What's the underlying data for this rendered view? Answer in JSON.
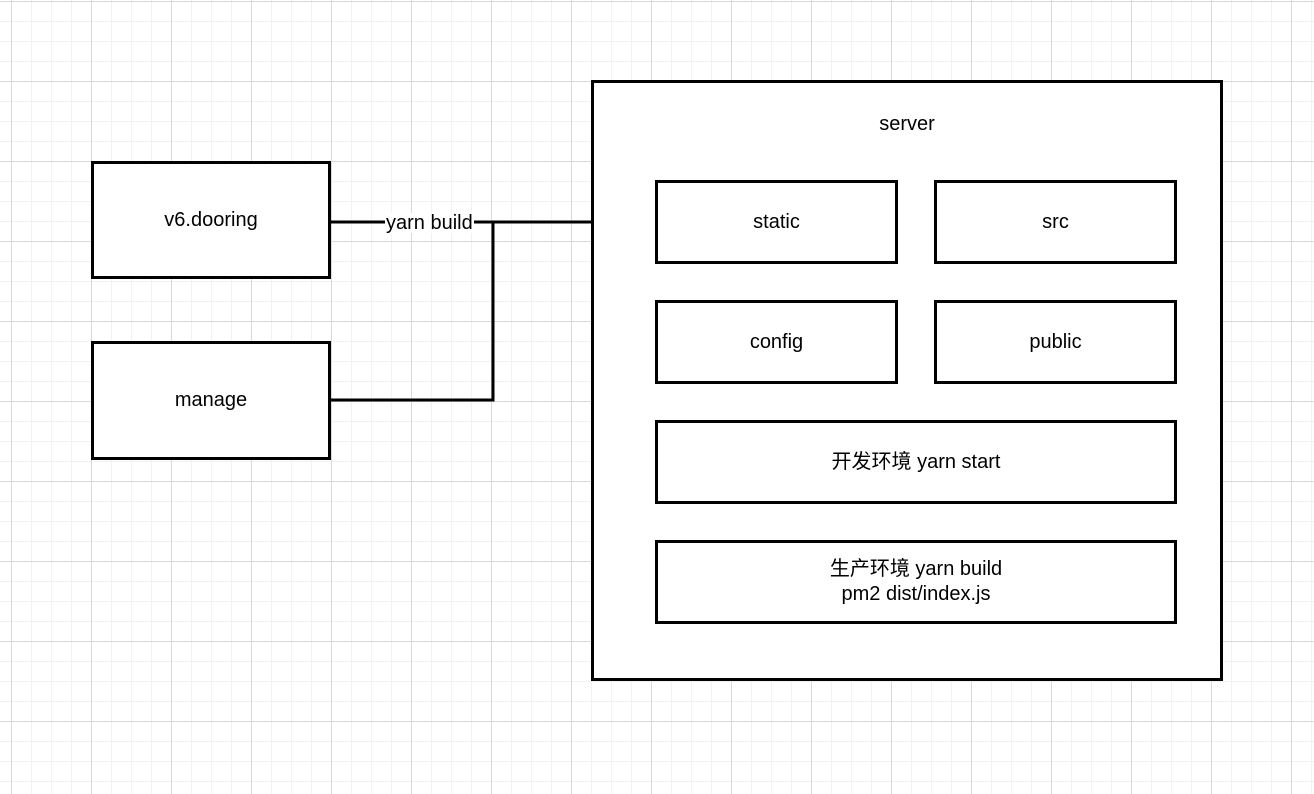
{
  "diagram": {
    "type": "flowchart",
    "background": "#ffffff",
    "grid_color_minor": "#f2f2f2",
    "grid_color_major": "#d9d9d9",
    "stroke_color": "#000000"
  },
  "nodes": {
    "source_app": {
      "label": "v6.dooring"
    },
    "manage_app": {
      "label": "manage"
    },
    "static_dir": {
      "label": "static"
    },
    "src_dir": {
      "label": "src"
    },
    "config_dir": {
      "label": "config"
    },
    "public_dir": {
      "label": "public"
    },
    "dev_env": {
      "label": "开发环境 yarn start"
    },
    "prod_env": {
      "label": "生产环境 yarn build\npm2 dist/index.js"
    }
  },
  "container": {
    "title": "server"
  },
  "edges": [
    {
      "from": "v6.dooring",
      "to": "server",
      "label": "yarn build"
    },
    {
      "from": "manage",
      "to": "server",
      "label": ""
    }
  ],
  "edge_labels": {
    "yarn_build": "yarn build"
  }
}
